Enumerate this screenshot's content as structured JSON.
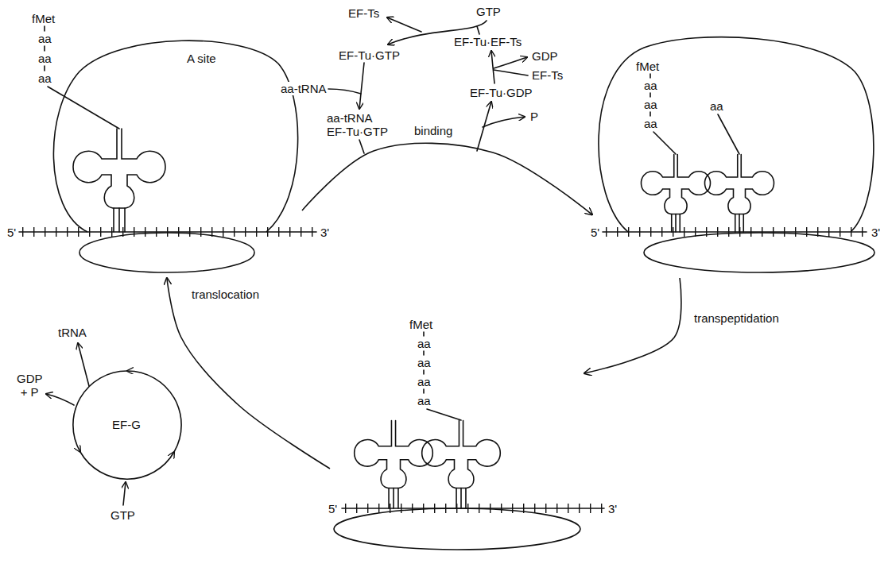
{
  "diagram": {
    "nodes": [
      {
        "text": [
          "fMet",
          "aa",
          "aa",
          "aa",
          "A site"
        ]
      },
      {
        "text": [
          "fMet",
          "aa",
          "aa",
          "aa",
          "aa"
        ]
      },
      {
        "text": [
          "fMet",
          "aa",
          "aa",
          "aa",
          "aa"
        ]
      }
    ],
    "edges": [
      {
        "from": 0,
        "to": 1,
        "arrow": "to",
        "label": "binding"
      },
      {
        "from": 1,
        "to": 2,
        "arrow": "to",
        "label": "transpeptidation"
      },
      {
        "from": 2,
        "to": 0,
        "arrow": "to",
        "label": "translocation"
      }
    ],
    "labels": [
      "5'",
      "3'",
      "EF-Ts",
      "GTP",
      "EF-Tu·GTP",
      "aa-tRNA",
      "aa-tRNA EF-Tu·GTP",
      "EF-Tu·EF-Ts",
      "GDP",
      "EF-Ts",
      "EF-Tu·GDP",
      "P",
      "5'",
      "3'",
      "tRNA",
      "GDP + P",
      "EF-G",
      "GTP",
      "5'",
      "3'"
    ]
  }
}
